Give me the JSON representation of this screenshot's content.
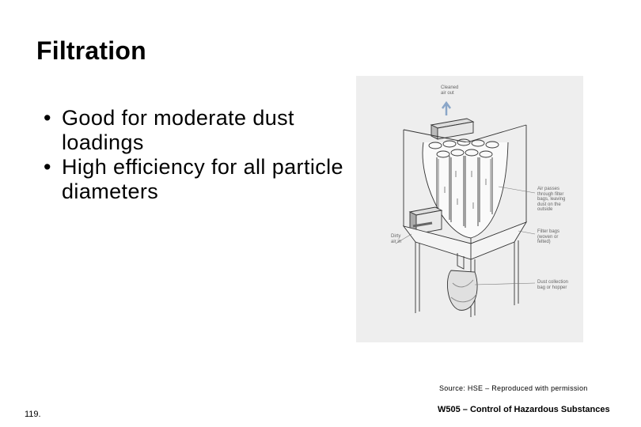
{
  "slide": {
    "title": "Filtration",
    "bullets": [
      {
        "marker": "•",
        "text": "Good for moderate dust loadings"
      },
      {
        "marker": "•",
        "text": "High efficiency for all particle diameters"
      }
    ]
  },
  "figure": {
    "labels": {
      "cleaned_air": "Cleaned\nair out",
      "dirty_air": "Dirty\nair in",
      "air_passes": "Air passes\nthrough filter\nbags, leaving\ndust on the\noutside",
      "filter_bags": "Filter bags\n(woven or\nfelted)",
      "dust_collection": "Dust collection\nbag or hopper"
    }
  },
  "footer": {
    "source": "Source: HSE – Reproduced with permission",
    "page_number": "119.",
    "course_title": "W505 – Control of Hazardous Substances"
  },
  "colors": {
    "background": "#ffffff",
    "figure_background": "#eeeeee",
    "text": "#000000"
  }
}
